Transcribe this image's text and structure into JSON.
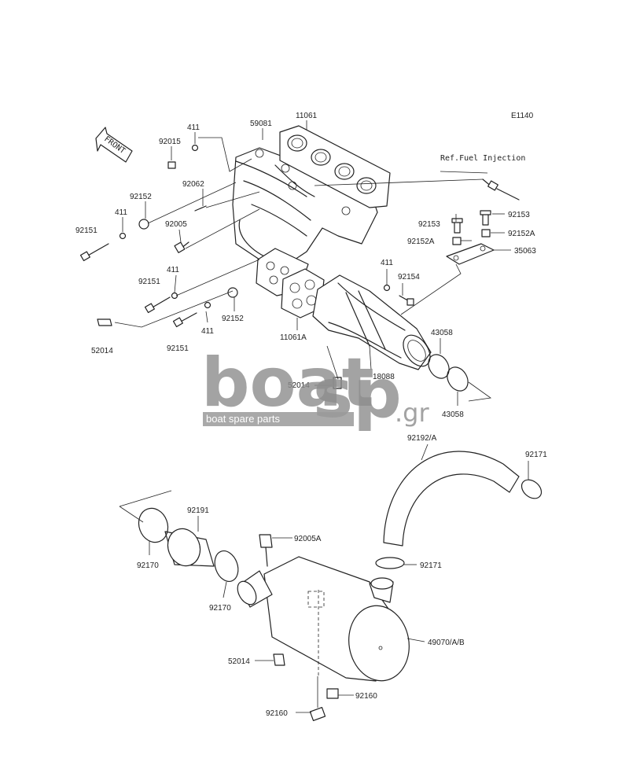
{
  "diagram_code": "E1140",
  "front_label": "FRONT",
  "reference_label": "Ref.Fuel Injection",
  "watermark": {
    "brand_part1": "boat",
    "brand_part2": "sp",
    "tld": ".gr",
    "tagline": "boat spare parts"
  },
  "parts": {
    "p11061": "11061",
    "p59081": "59081",
    "p411_top": "411",
    "p92015": "92015",
    "p92062": "92062",
    "p92152_left": "92152",
    "p411_left": "411",
    "p92005": "92005",
    "p92151_left": "92151",
    "p92151_mid": "92151",
    "p411_mid": "411",
    "p52014_left": "52014",
    "p92151_low": "92151",
    "p411_low": "411",
    "p92152_mid": "92152",
    "p11061A": "11061A",
    "p92153_a": "92153",
    "p92153_b": "92153",
    "p92152A_a": "92152A",
    "p92152A_b": "92152A",
    "p35063": "35063",
    "p411_right": "411",
    "p92154": "92154",
    "p43058_a": "43058",
    "p43058_b": "43058",
    "p18088": "18088",
    "p52014_mid": "52014",
    "p92192A": "92192/A",
    "p92171_a": "92171",
    "p92191": "92191",
    "p92170_a": "92170",
    "p92170_b": "92170",
    "p92005A": "92005A",
    "p92171_b": "92171",
    "p49070": "49070/A/B",
    "p52014_low": "52014",
    "p92160_a": "92160",
    "p92160_b": "92160"
  }
}
